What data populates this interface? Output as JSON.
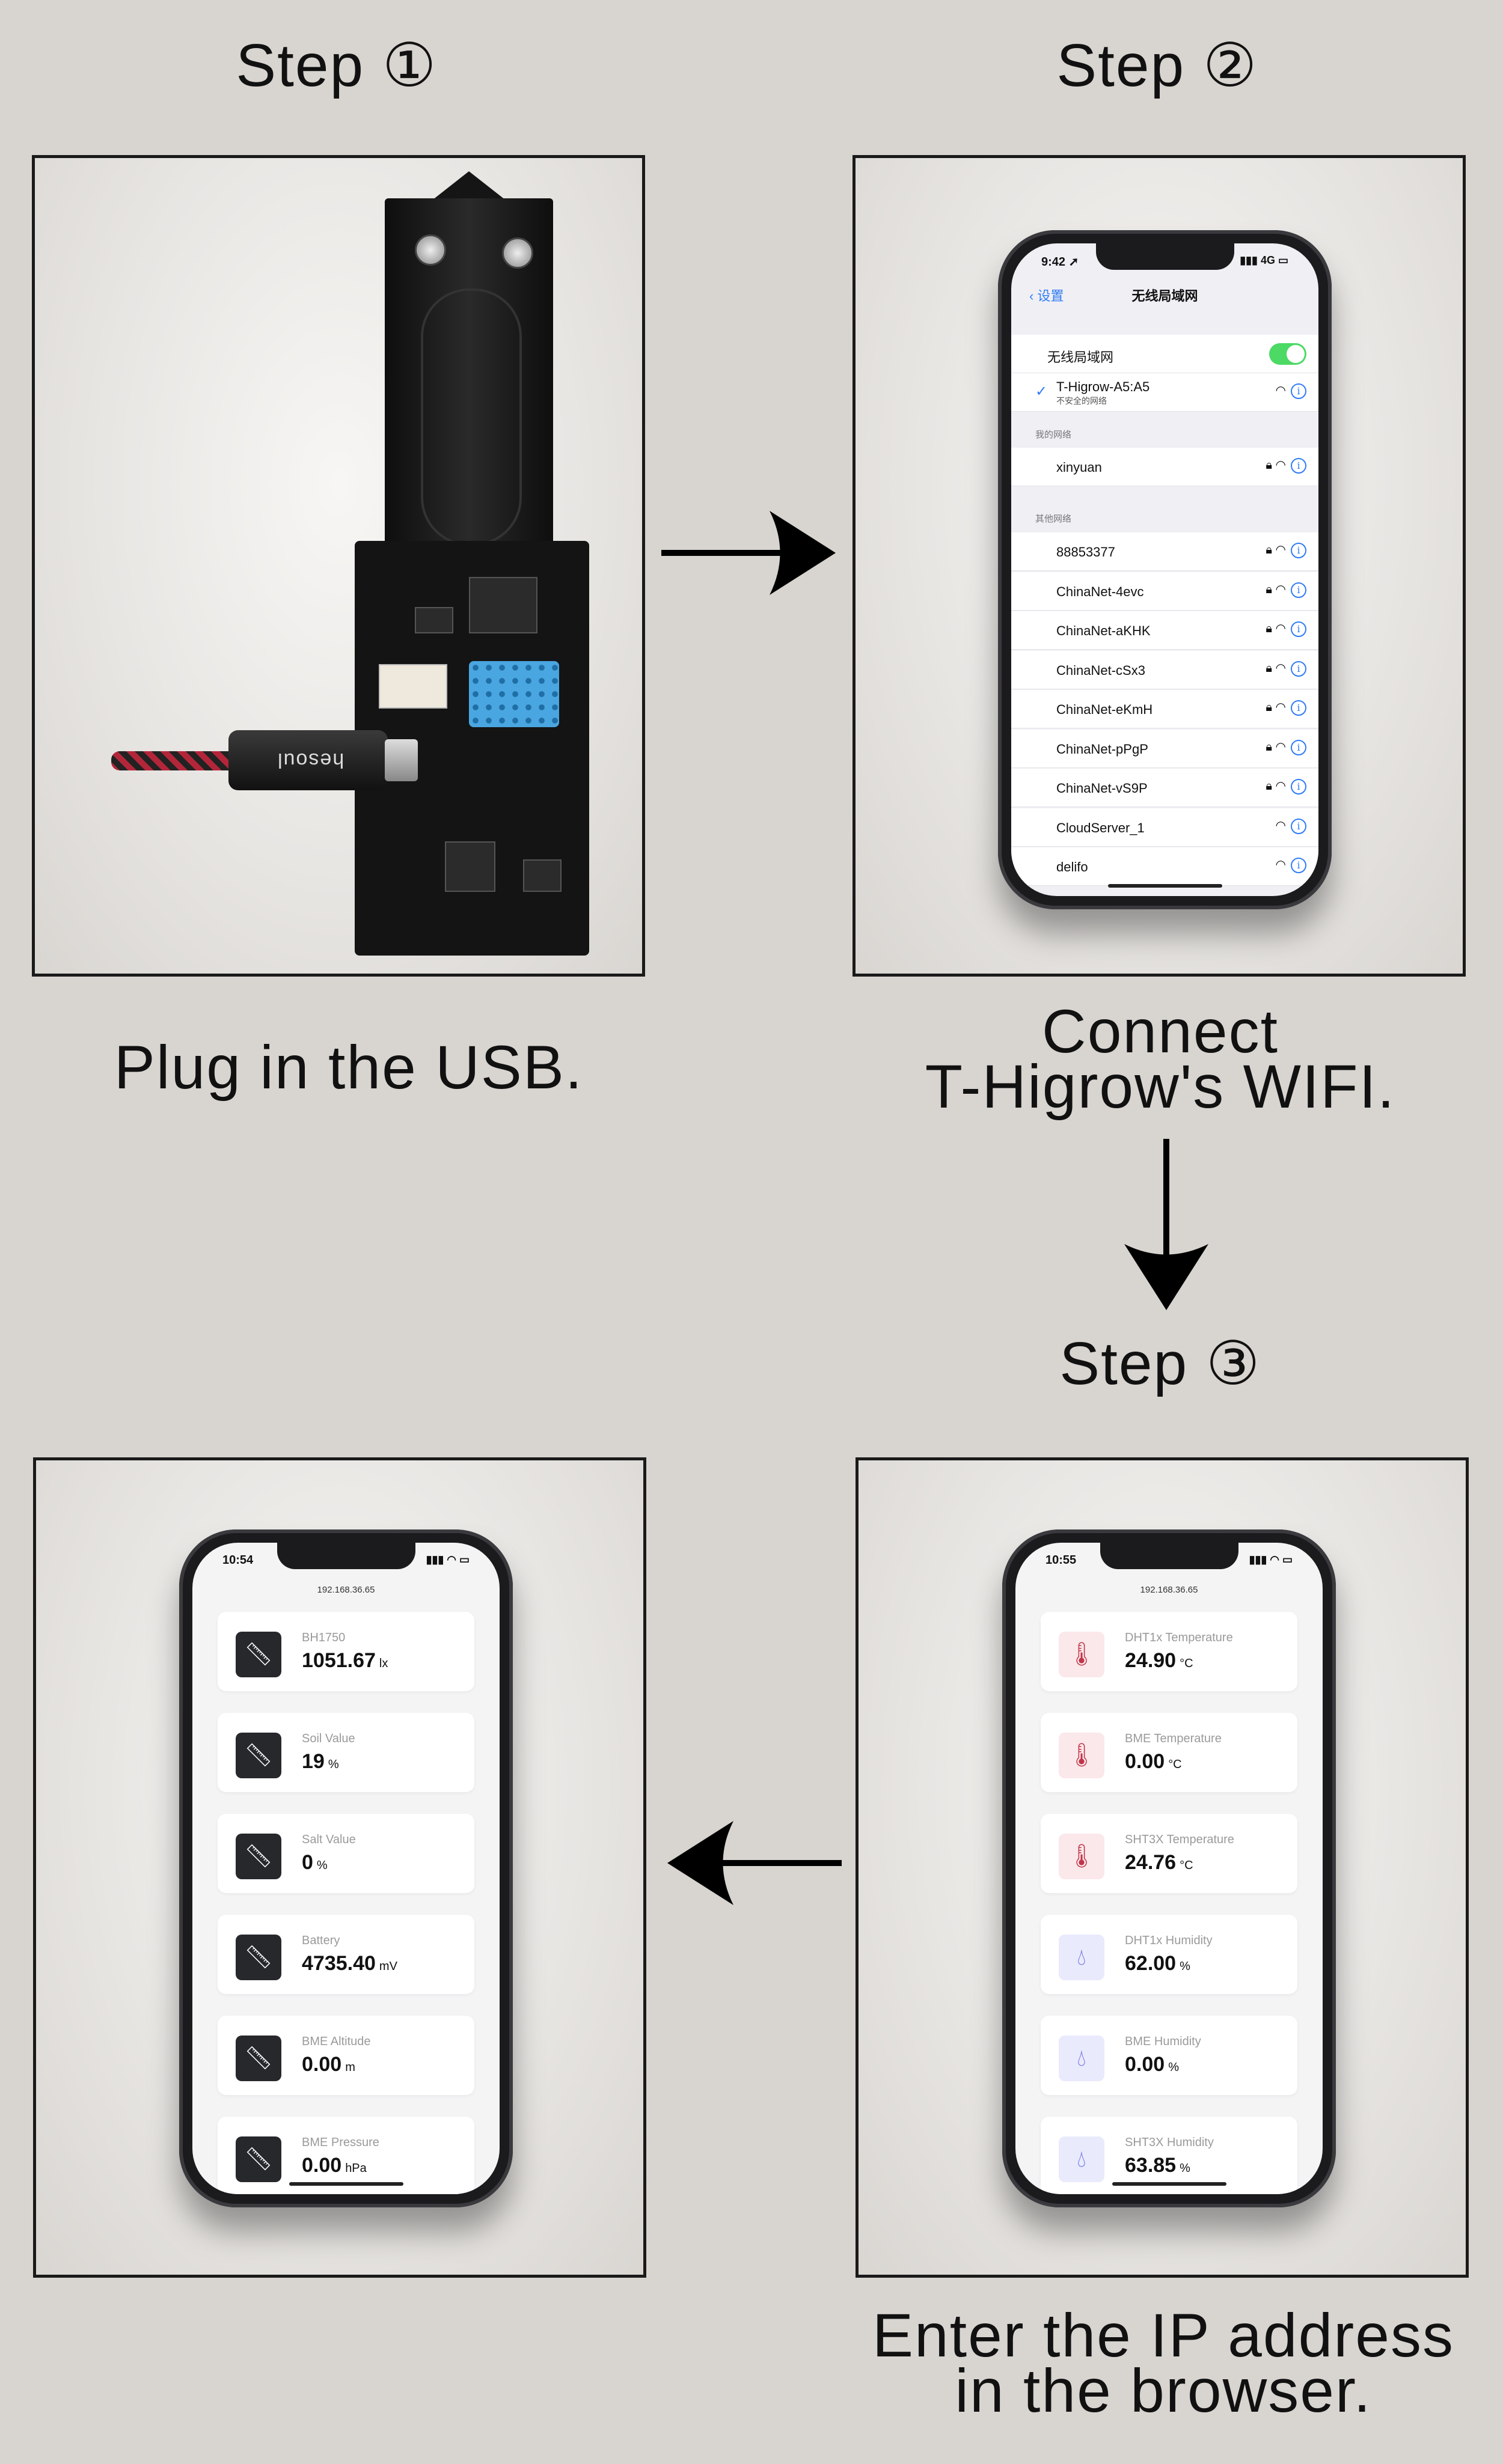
{
  "steps": {
    "step1": "Step ①",
    "step2": "Step ②",
    "step3": "Step ③"
  },
  "captions": {
    "plug": "Plug in the USB.",
    "connect_line1": "Connect",
    "connect_line2": "T-Higrow's WIFI.",
    "enter_line1": "Enter the IP address",
    "enter_line2": "in the browser."
  },
  "board": {
    "usb_brand": "hesoul"
  },
  "wifi_phone": {
    "time": "9:42 ➚",
    "status": "4G",
    "back_label": "设置",
    "title": "无线局域网",
    "toggle_label": "无线局域网",
    "connected": {
      "name": "T-Higrow-A5:A5",
      "sub": "不安全的网络"
    },
    "my_networks_label": "我的网络",
    "my_networks": [
      "xinyuan"
    ],
    "other_networks_label": "其他网络",
    "other_networks": [
      "88853377",
      "ChinaNet-4evc",
      "ChinaNet-aKHK",
      "ChinaNet-cSx3",
      "ChinaNet-eKmH",
      "ChinaNet-pPgP",
      "ChinaNet-vS9P",
      "CloudServer_1",
      "delifo"
    ],
    "lock_icon": "lock-icon",
    "wifi_icon": "wifi-icon",
    "info_icon": "info-icon"
  },
  "phone_temp": {
    "time": "10:55",
    "url": "192.168.36.65",
    "cards": [
      {
        "label": "DHT1x Temperature",
        "value": "24.90",
        "unit": "°C",
        "icon": "thermometer-icon"
      },
      {
        "label": "BME Temperature",
        "value": "0.00",
        "unit": "°C",
        "icon": "thermometer-icon"
      },
      {
        "label": "SHT3X Temperature",
        "value": "24.76",
        "unit": "°C",
        "icon": "thermometer-icon"
      },
      {
        "label": "DHT1x Humidity",
        "value": "62.00",
        "unit": "%",
        "icon": "droplet-icon"
      },
      {
        "label": "BME Humidity",
        "value": "0.00",
        "unit": "%",
        "icon": "droplet-icon"
      },
      {
        "label": "SHT3X Humidity",
        "value": "63.85",
        "unit": "%",
        "icon": "droplet-icon"
      }
    ]
  },
  "phone_sensors": {
    "time": "10:54",
    "url": "192.168.36.65",
    "cards": [
      {
        "label": "BH1750",
        "value": "1051.67",
        "unit": "lx",
        "icon": "ruler-icon"
      },
      {
        "label": "Soil Value",
        "value": "19",
        "unit": "%",
        "icon": "ruler-icon"
      },
      {
        "label": "Salt Value",
        "value": "0",
        "unit": "%",
        "icon": "ruler-icon"
      },
      {
        "label": "Battery",
        "value": "4735.40",
        "unit": "mV",
        "icon": "ruler-icon"
      },
      {
        "label": "BME Altitude",
        "value": "0.00",
        "unit": "m",
        "icon": "ruler-icon"
      },
      {
        "label": "BME Pressure",
        "value": "0.00",
        "unit": "hPa",
        "icon": "ruler-icon"
      }
    ]
  },
  "colors": {
    "background": "#d8d4d0",
    "ios_blue": "#2f7cf6",
    "toggle_green": "#4cd964",
    "temp_accent": "#c0354a",
    "humidity_accent": "#6a6fe0"
  }
}
